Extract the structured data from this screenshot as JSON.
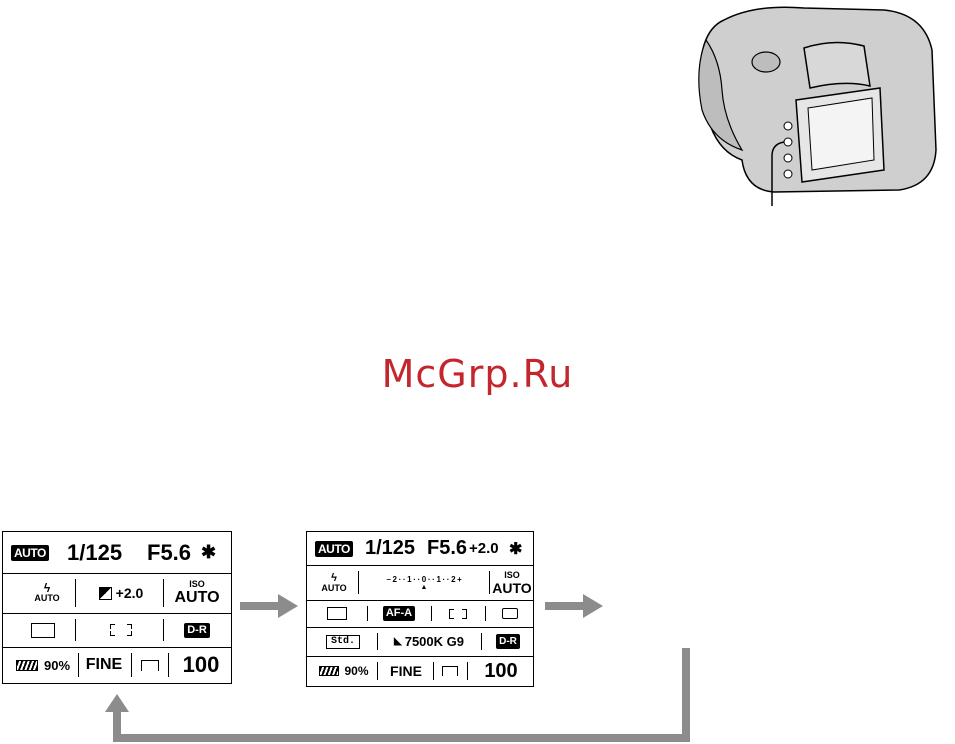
{
  "watermark": "McGrp.Ru",
  "colors": {
    "watermark": "#c4262e",
    "arrow": "#8c8c8c",
    "camera_body": "#cfcfcf"
  },
  "panel_a": {
    "mode": "AUTO",
    "shutter": "1/125",
    "aperture": "F5.6",
    "star": "✱",
    "flash_label": "AUTO",
    "exposure_comp": "+2.0",
    "iso_label": "ISO",
    "iso_value": "AUTO",
    "dr_label": "D-R",
    "battery_pct": "90%",
    "quality": "FINE",
    "shots": "100"
  },
  "panel_b": {
    "mode": "AUTO",
    "shutter": "1/125",
    "aperture": "F5.6",
    "exposure_comp": "+2.0",
    "star": "✱",
    "flash_label": "AUTO",
    "scale": "– 2 · · 1 · · 0 · · 1 · · 2 +",
    "iso_label": "ISO",
    "iso_value": "AUTO",
    "af_mode": "AF-A",
    "creative_style": "Std.",
    "white_balance": "7500K G9",
    "dr_label": "D-R",
    "battery_pct": "90%",
    "quality": "FINE",
    "shots": "100"
  }
}
